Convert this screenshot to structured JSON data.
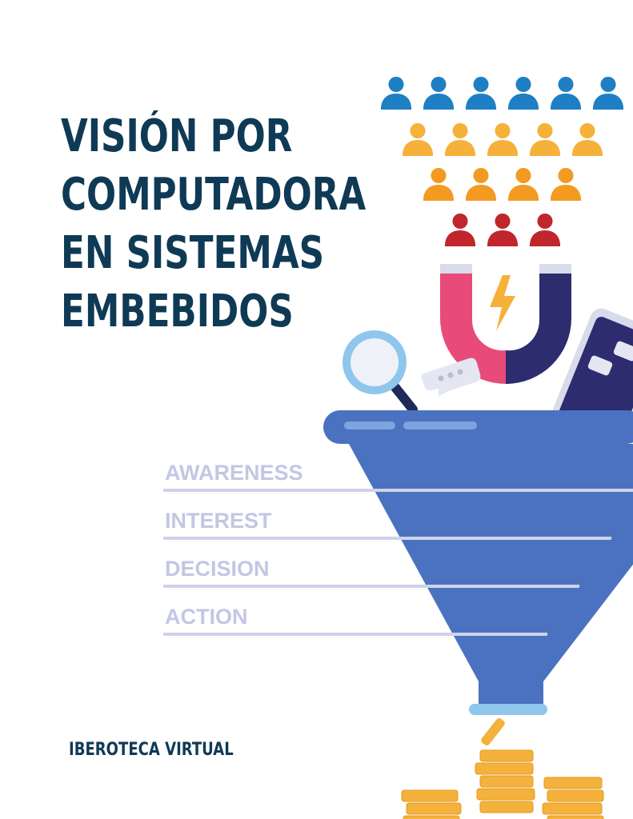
{
  "cover": {
    "title_lines": [
      "VISIÓN POR",
      "COMPUTADORA",
      "EN SISTEMAS",
      "EMBEBIDOS"
    ],
    "publisher": "IBEROTECA VIRTUAL"
  },
  "funnel": {
    "stages": [
      "AWARENESS",
      "INTEREST",
      "DECISION",
      "ACTION"
    ]
  },
  "colors": {
    "title": "#0f3a55",
    "people_row_1": "#1f7fc4",
    "people_row_2": "#f5b13a",
    "people_row_3": "#f29a22",
    "people_row_4": "#c0262c",
    "funnel": "#4a72c0",
    "magnet_left": "#e84a7a",
    "magnet_right": "#2c2c6e",
    "coins": "#f4b13c"
  }
}
